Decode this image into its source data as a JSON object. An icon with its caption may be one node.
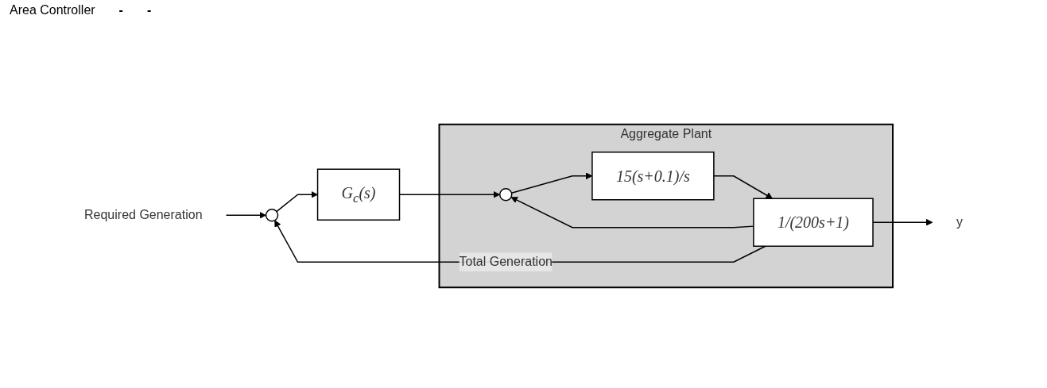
{
  "diagram": {
    "nodes": [
      {
        "text": [
          "Required Generation"
        ]
      },
      {
        "text": [],
        "shape": "circle"
      },
      {
        "text": [
          "G$_{c}$(s)"
        ]
      },
      {
        "text": [
          "Aggregate Plant"
        ]
      },
      {
        "text": [],
        "shape": "circle",
        "in": 3
      },
      {
        "text": [
          "15(s+0.1)/s"
        ],
        "in": 3
      },
      {
        "text": [
          "1/(200s+1)"
        ],
        "in": 3
      },
      {
        "text": [
          "y"
        ]
      }
    ],
    "edges": [
      {
        "from": 0,
        "to": 1,
        "arrow": "to"
      },
      {
        "from": 1,
        "to": 2,
        "arrow": "to"
      },
      {
        "from": 2,
        "to": 4,
        "arrow": "to"
      },
      {
        "from": 4,
        "to": 5,
        "arrow": "to"
      },
      {
        "from": 5,
        "to": 6,
        "arrow": "to"
      },
      {
        "from": 6,
        "to": 7,
        "arrow": "to"
      },
      {
        "from": 6,
        "to": 4,
        "arrow": "to"
      },
      {
        "from": 6,
        "to": 1,
        "arrow": "to",
        "label": "Total Generation"
      }
    ],
    "labels": [
      "Area Controller",
      "-",
      "-"
    ]
  }
}
